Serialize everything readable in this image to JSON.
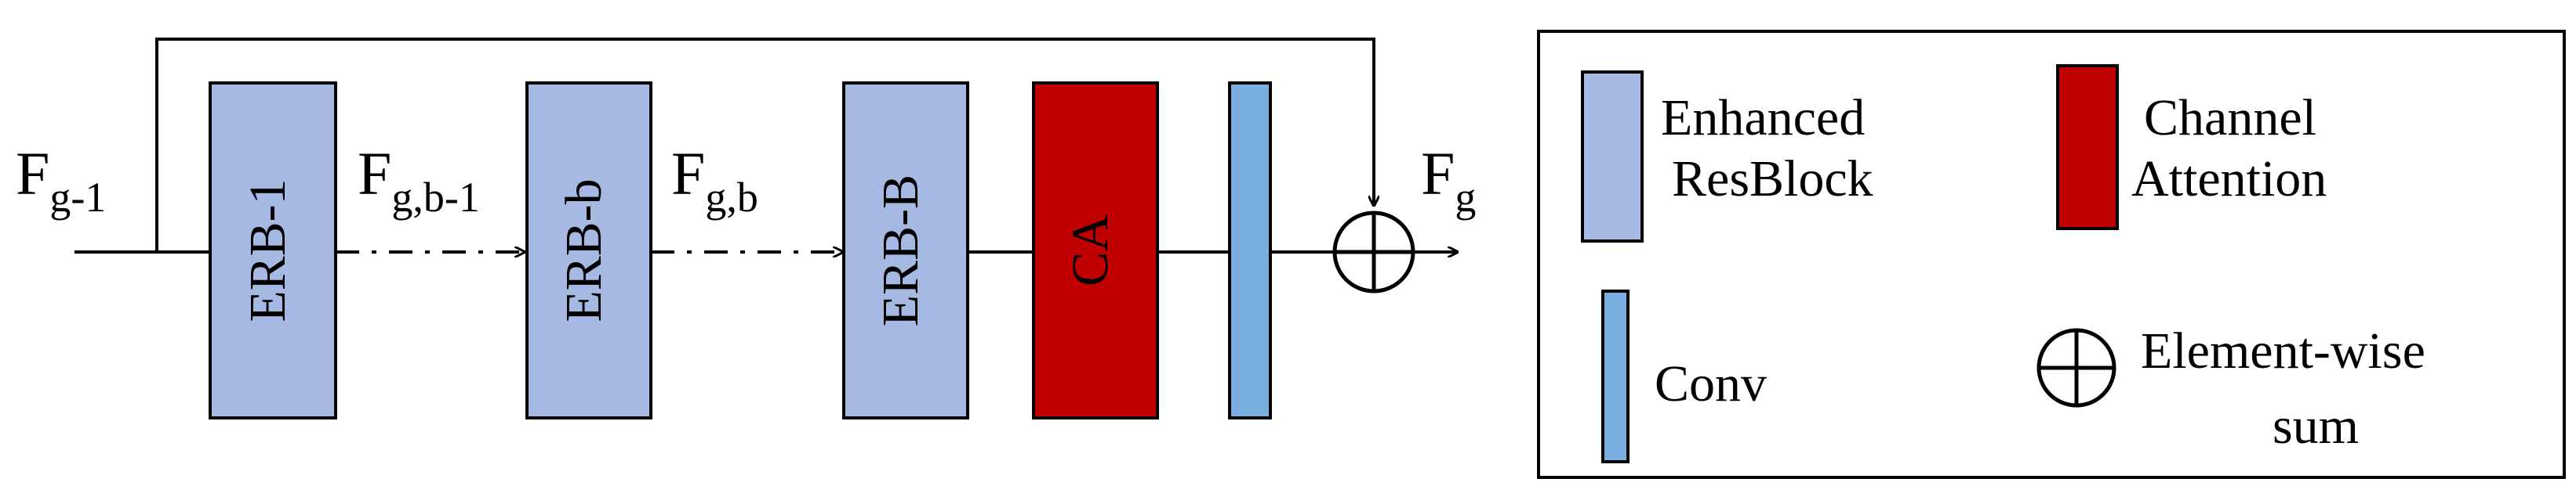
{
  "colors": {
    "erb_fill": "#a6b9e3",
    "ca_fill": "#c00000",
    "conv_fill": "#7aaee0",
    "stroke": "#000000"
  },
  "blocks": {
    "erb1": "ERB-1",
    "erbb": "ERB-b",
    "erbB": "ERB-B",
    "ca": "CA"
  },
  "features": {
    "in": {
      "base": "F",
      "sub": "g-1"
    },
    "mid1": {
      "base": "F",
      "sub": "g,b-1"
    },
    "mid2": {
      "base": "F",
      "sub": "g,b"
    },
    "out": {
      "base": "F",
      "sub": "g"
    }
  },
  "legend": {
    "erb_line1": "Enhanced",
    "erb_line2": "ResBlock",
    "ca_line1": "Channel",
    "ca_line2": "Attention",
    "conv": "Conv",
    "sum_line1": "Element-wise",
    "sum_line2": "sum",
    "erb_icon": "enhanced-resblock-swatch",
    "ca_icon": "channel-attention-swatch",
    "conv_icon": "conv-swatch",
    "sum_icon": "circle-plus-icon"
  }
}
